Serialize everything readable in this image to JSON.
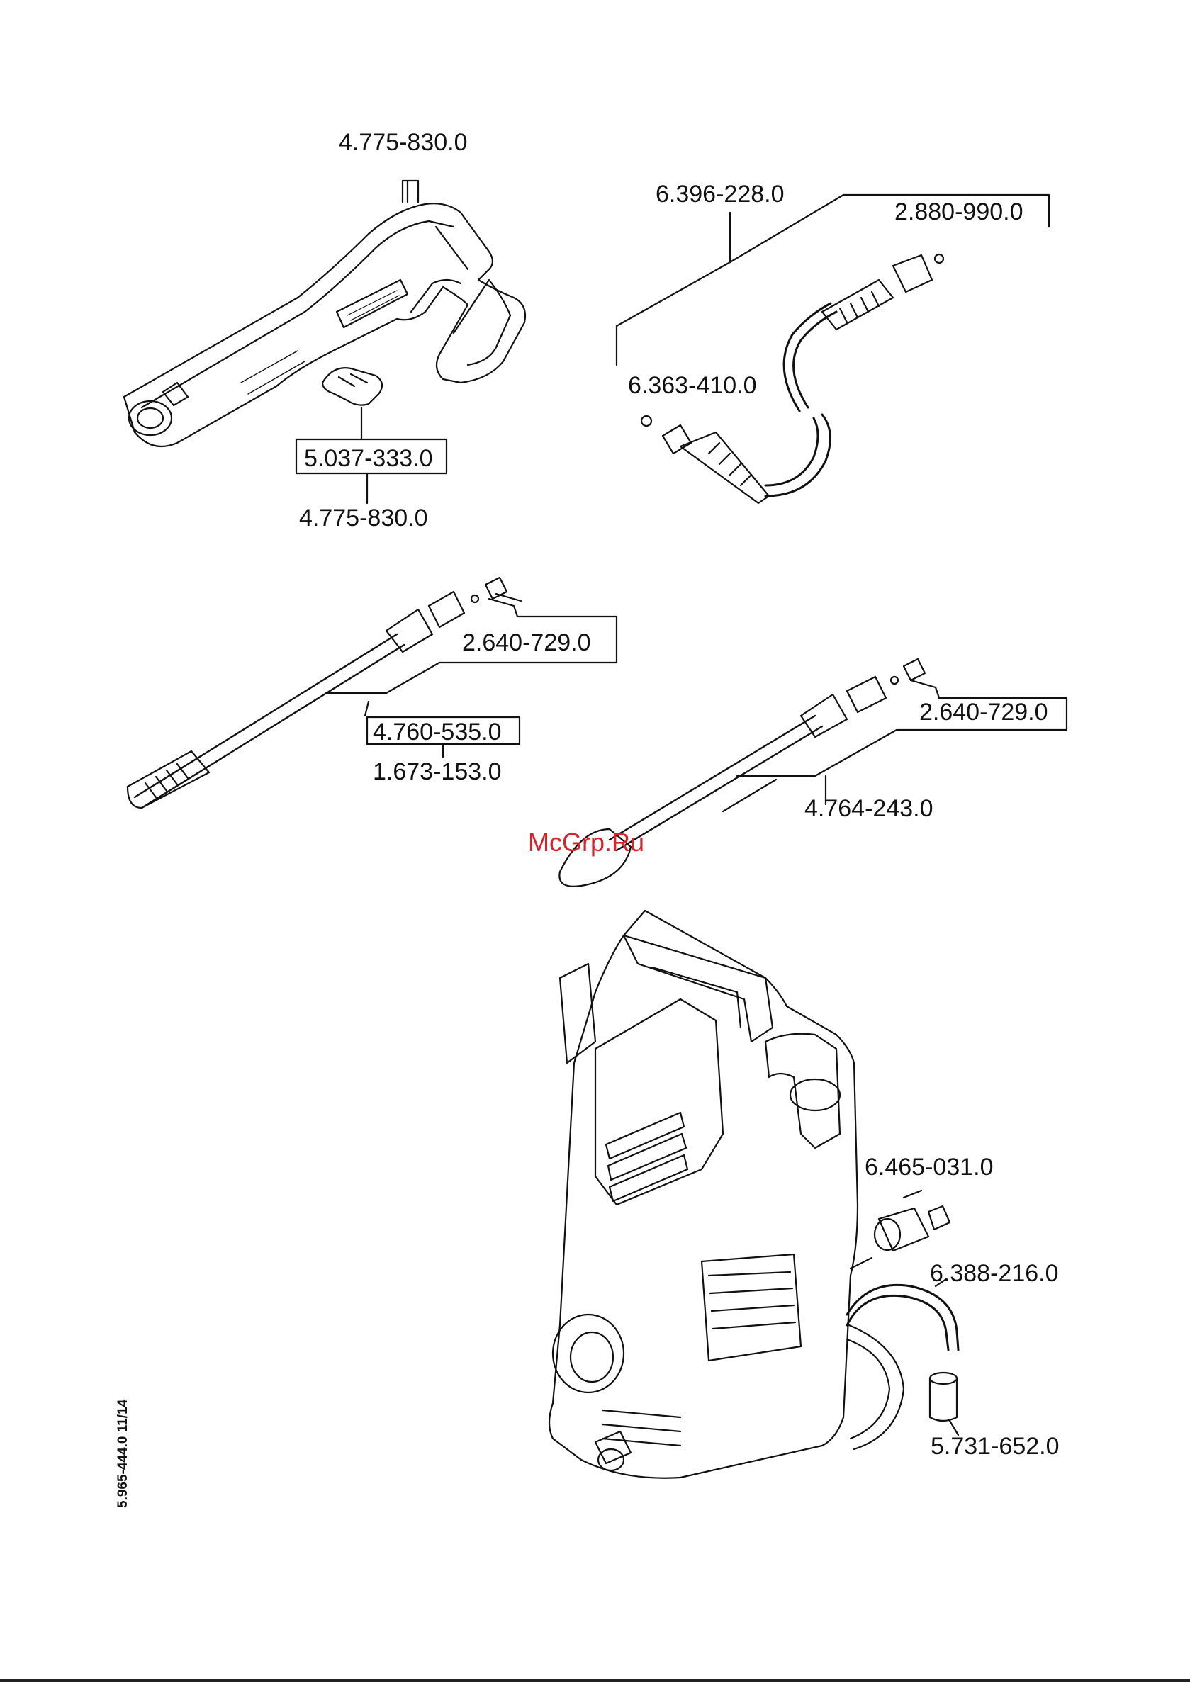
{
  "document_code": "5.965-444.0  11/14",
  "watermark": "McGrp.Ru",
  "colors": {
    "line": "#111111",
    "watermark": "#d8232a",
    "background": "#ffffff"
  },
  "parts": {
    "gun_assembly": "4.775-830.0",
    "gun_top_ref": "4.775-830.0",
    "gun_clip": "5.037-333.0",
    "hose": "6.396-228.0",
    "hose_o_ring": "2.880-990.0",
    "hose_end_o_ring": "6.363-410.0",
    "lance_nozzle": "2.640-729.0",
    "lance_tube": "4.760-535.0",
    "lance_assembly": "1.673-153.0",
    "rotor_nozzle_seal": "2.640-729.0",
    "rotor_lance": "4.764-243.0",
    "water_connector": "6.465-031.0",
    "suction_hose": "6.388-216.0",
    "filter": "5.731-652.0"
  }
}
